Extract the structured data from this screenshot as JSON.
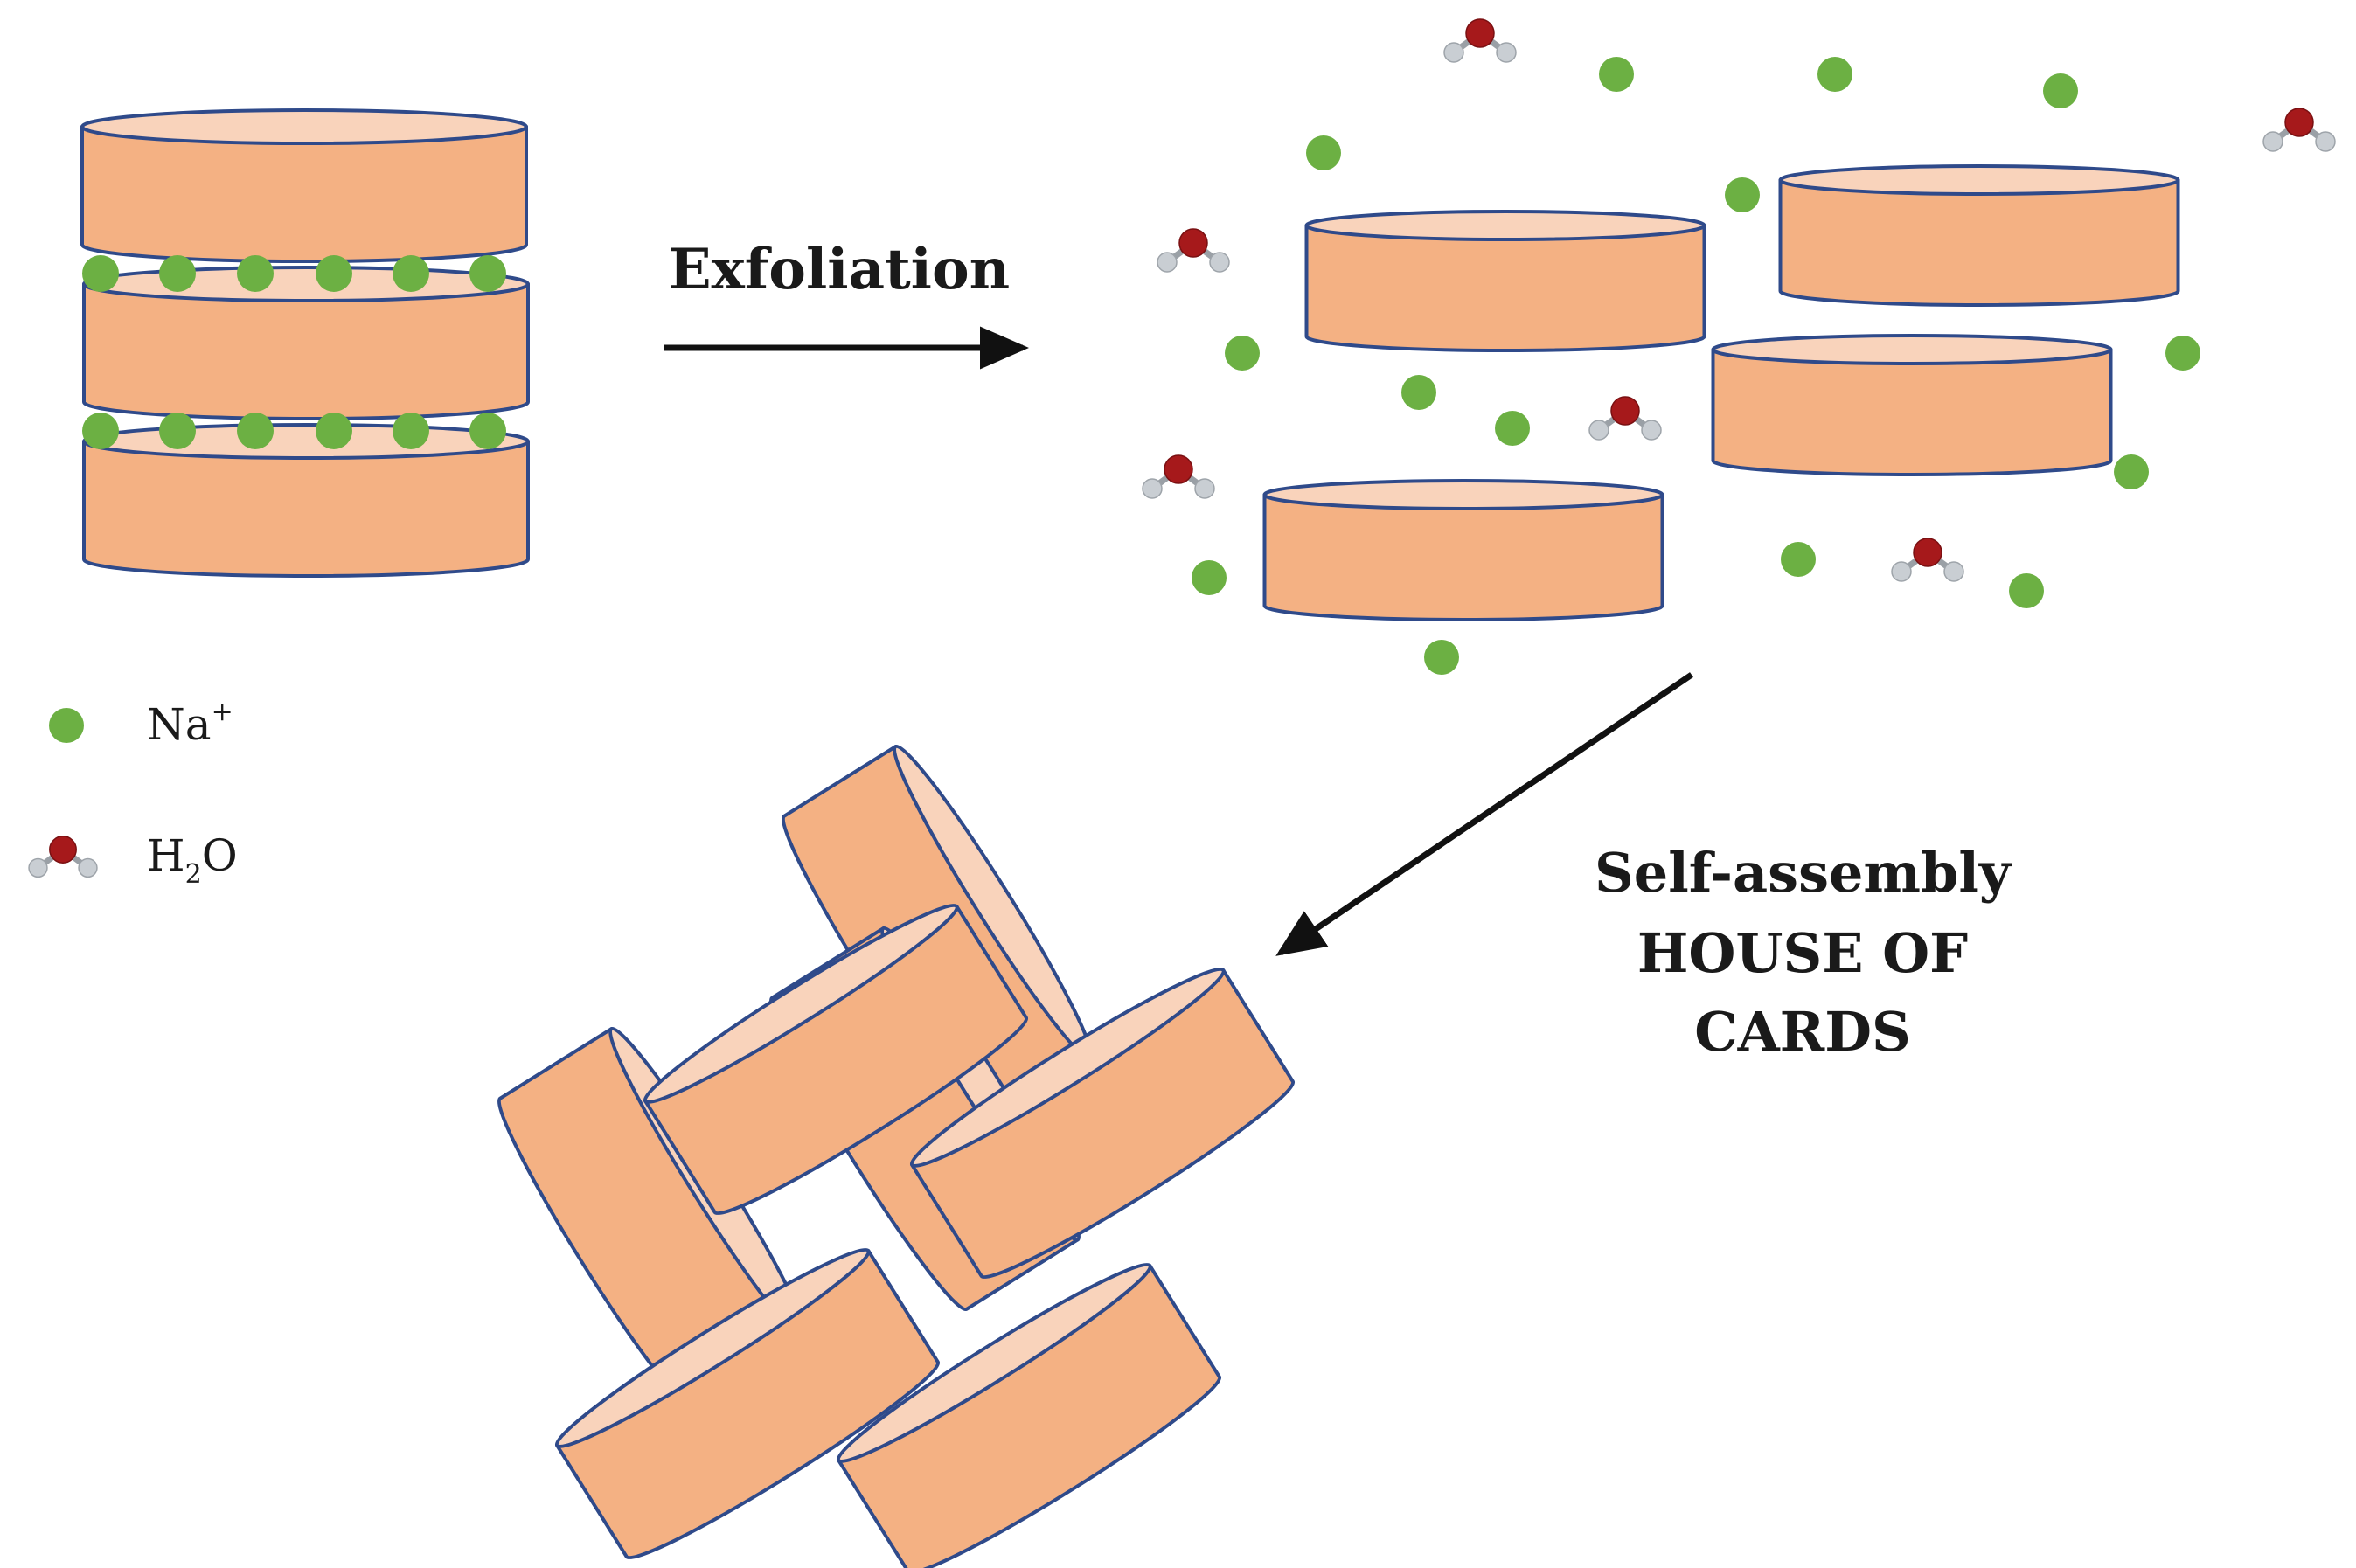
{
  "colors": {
    "disk_body": "#f4b183",
    "disk_top": "#f9d3bb",
    "disk_outline": "#2f4a8a",
    "sodium": "#6cb043",
    "oxygen": "#a6191b",
    "hydrogen": "#c9ced3",
    "bond": "#9aa0a6",
    "arrow": "#111111"
  },
  "labels": {
    "exfoliation": "Exfoliation",
    "self_assembly": "Self-assembly",
    "house_of": "HOUSE OF",
    "cards": "CARDS"
  },
  "legend": {
    "sodium_symbol": "Na",
    "sodium_charge": "+",
    "water_h": "H",
    "water_sub": "2",
    "water_o": "O"
  },
  "icons": {
    "sodium": "green-circle",
    "water": "water-molecule",
    "platelet": "cylinder-disk"
  }
}
